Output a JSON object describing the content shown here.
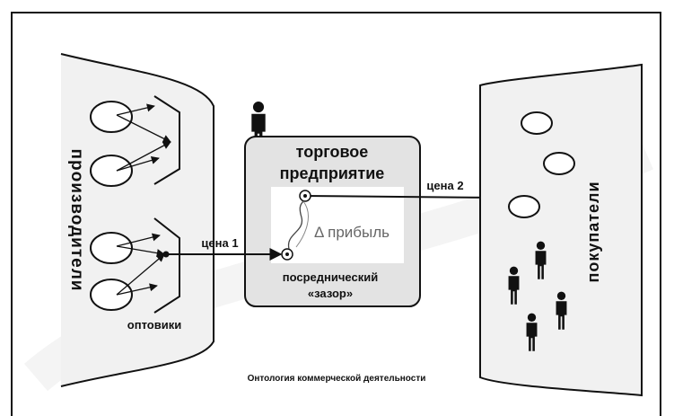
{
  "labels": {
    "producers": "производители",
    "wholesalers": "оптовики",
    "enterprise_line1": "торговое",
    "enterprise_line2": "предприятие",
    "price1": "цена 1",
    "price2": "цена 2",
    "profit": "Δ прибыль",
    "gap_line1": "посреднический",
    "gap_line2": "«зазор»",
    "buyers": "покупатели",
    "caption": "Онтология коммерческой деятельности"
  },
  "icons": {
    "trader": "person-icon",
    "buyer": "person-icon"
  },
  "colors": {
    "line": "#111111",
    "panel_fill": "#efefef",
    "enterprise_fill": "#e3e3e3",
    "gap_fill": "#ffffff"
  }
}
